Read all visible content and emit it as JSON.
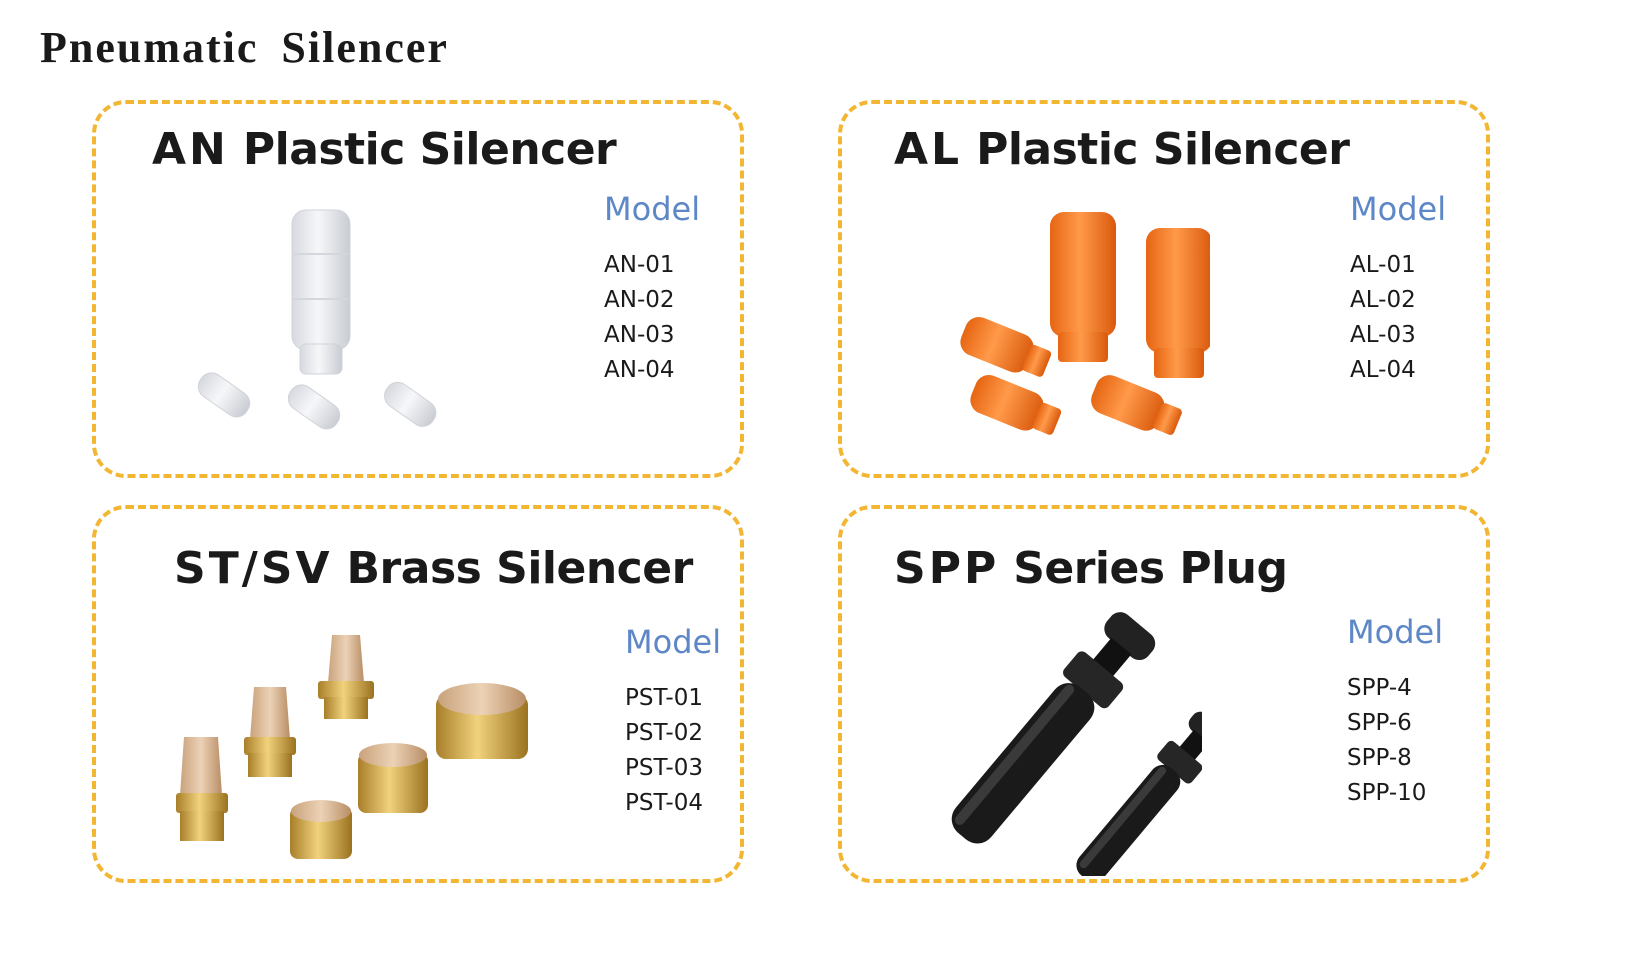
{
  "page": {
    "title": "Pneumatic  Silencer"
  },
  "panels": [
    {
      "code": "AN",
      "name": "Plastic Silencer",
      "model_label": "Model",
      "models": [
        "AN-01",
        "AN-02",
        "AN-03",
        "AN-04"
      ],
      "product_color": "#e8eaee"
    },
    {
      "code": "AL",
      "name": "Plastic Silencer",
      "model_label": "Model",
      "models": [
        "AL-01",
        "AL-02",
        "AL-03",
        "AL-04"
      ],
      "product_color": "#f27a24"
    },
    {
      "code": "ST/SV",
      "name": "Brass Silencer",
      "model_label": "Model",
      "models": [
        "PST-01",
        "PST-02",
        "PST-03",
        "PST-04"
      ],
      "product_color": "#c9a24a"
    },
    {
      "code": "SPP",
      "name": "Series Plug",
      "model_label": "Model",
      "models": [
        "SPP-4",
        "SPP-6",
        "SPP-8",
        "SPP-10"
      ],
      "product_color": "#1b1b1b"
    }
  ],
  "colors": {
    "border": "#f2b632",
    "model_label": "#5d87c6",
    "text": "#1a1a1a"
  }
}
